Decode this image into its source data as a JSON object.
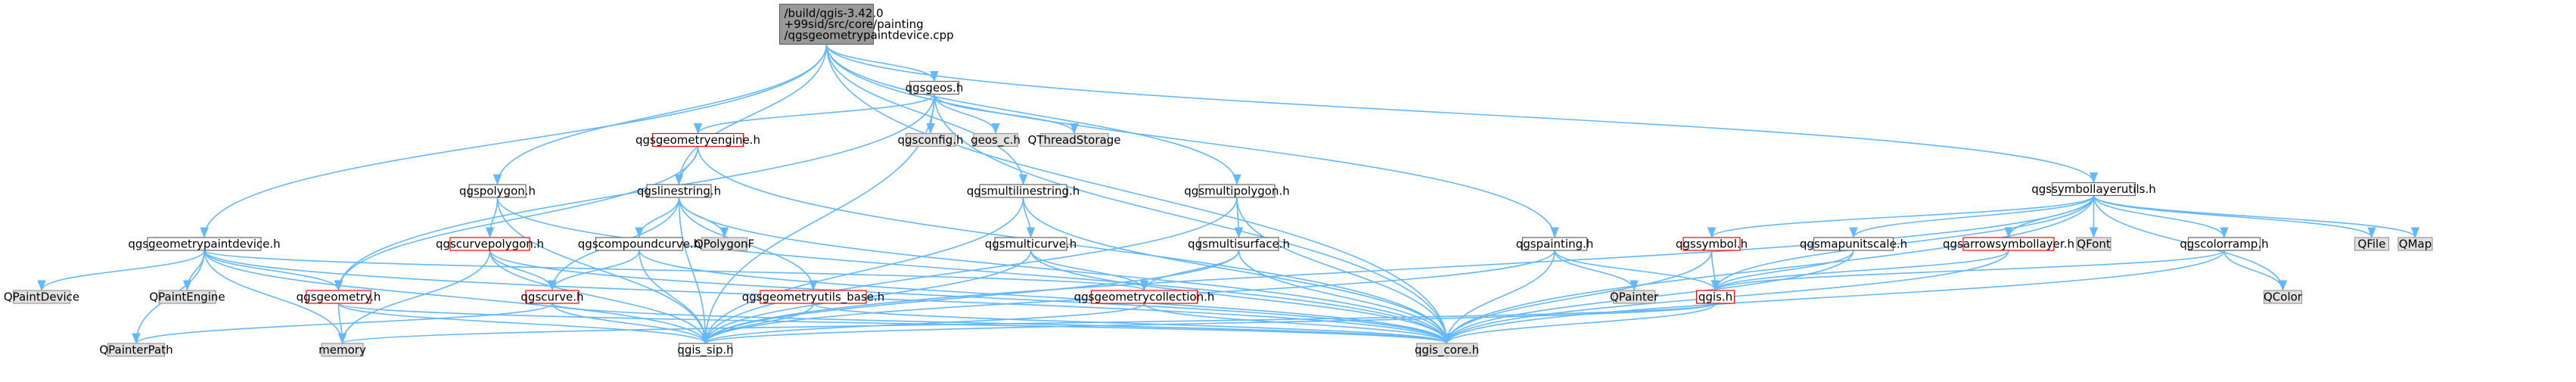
{
  "diagram": {
    "colors": {
      "edge": "#63b8ff",
      "root_fill": "#999999",
      "normal_fill": "#ffffff",
      "normal_border": "#666666",
      "red_border": "#ff0000",
      "gray_fill": "#e0e0e0",
      "gray_border": "#999999"
    },
    "nodes": [
      {
        "id": "root",
        "style": "root",
        "lines": [
          "/build/qgis-3.42.0",
          "+99sid/src/core/painting",
          "/qgsgeometrypaintdevice.cpp"
        ]
      },
      {
        "id": "qgsgeos_h",
        "style": "normal",
        "lines": [
          "qgsgeos.h"
        ]
      },
      {
        "id": "qgssymbollayerutils_h",
        "style": "normal",
        "lines": [
          "qgssymbollayerutils.h"
        ]
      },
      {
        "id": "qgsgeometryengine_h",
        "style": "red",
        "lines": [
          "qgsgeometryengine.h"
        ]
      },
      {
        "id": "qgsconfig_h",
        "style": "gray",
        "lines": [
          "qgsconfig.h"
        ]
      },
      {
        "id": "geos_c_h",
        "style": "gray",
        "lines": [
          "geos_c.h"
        ]
      },
      {
        "id": "QThreadStorage",
        "style": "gray",
        "lines": [
          "QThreadStorage"
        ]
      },
      {
        "id": "qgspolygon_h",
        "style": "normal",
        "lines": [
          "qgspolygon.h"
        ]
      },
      {
        "id": "qgslinestring_h",
        "style": "normal",
        "lines": [
          "qgslinestring.h"
        ]
      },
      {
        "id": "qgsmultilinestring_h",
        "style": "normal",
        "lines": [
          "qgsmultilinestring.h"
        ]
      },
      {
        "id": "qgsmultipolygon_h",
        "style": "normal",
        "lines": [
          "qgsmultipolygon.h"
        ]
      },
      {
        "id": "qgsgeometrypaintdevice_h",
        "style": "normal",
        "lines": [
          "qgsgeometrypaintdevice.h"
        ]
      },
      {
        "id": "qgscurvepolygon_h",
        "style": "red",
        "lines": [
          "qgscurvepolygon.h"
        ]
      },
      {
        "id": "qgscompoundcurve_h",
        "style": "normal",
        "lines": [
          "qgscompoundcurve.h"
        ]
      },
      {
        "id": "QPolygonF",
        "style": "gray",
        "lines": [
          "QPolygonF"
        ]
      },
      {
        "id": "qgsmulticurve_h",
        "style": "normal",
        "lines": [
          "qgsmulticurve.h"
        ]
      },
      {
        "id": "qgsmultisurface_h",
        "style": "normal",
        "lines": [
          "qgsmultisurface.h"
        ]
      },
      {
        "id": "qgspainting_h",
        "style": "normal",
        "lines": [
          "qgspainting.h"
        ]
      },
      {
        "id": "qgssymbol_h",
        "style": "red",
        "lines": [
          "qgssymbol.h"
        ]
      },
      {
        "id": "qgsmapunitscale_h",
        "style": "normal",
        "lines": [
          "qgsmapunitscale.h"
        ]
      },
      {
        "id": "qgsarrowsymbollayer_h",
        "style": "red",
        "lines": [
          "qgsarrowsymbollayer.h"
        ]
      },
      {
        "id": "QFont",
        "style": "gray",
        "lines": [
          "QFont"
        ]
      },
      {
        "id": "qgscolorramp_h",
        "style": "normal",
        "lines": [
          "qgscolorramp.h"
        ]
      },
      {
        "id": "QFile",
        "style": "gray",
        "lines": [
          "QFile"
        ]
      },
      {
        "id": "QMap",
        "style": "gray",
        "lines": [
          "QMap"
        ]
      },
      {
        "id": "QPaintDevice",
        "style": "gray",
        "lines": [
          "QPaintDevice"
        ]
      },
      {
        "id": "QPaintEngine",
        "style": "gray",
        "lines": [
          "QPaintEngine"
        ]
      },
      {
        "id": "qgsgeometry_h",
        "style": "red",
        "lines": [
          "qgsgeometry.h"
        ]
      },
      {
        "id": "qgscurve_h",
        "style": "red",
        "lines": [
          "qgscurve.h"
        ]
      },
      {
        "id": "qgsgeometryutils_base_h",
        "style": "red",
        "lines": [
          "qgsgeometryutils_base.h"
        ]
      },
      {
        "id": "qgsgeometrycollection_h",
        "style": "red",
        "lines": [
          "qgsgeometrycollection.h"
        ]
      },
      {
        "id": "QPainter",
        "style": "gray",
        "lines": [
          "QPainter"
        ]
      },
      {
        "id": "qgis_h",
        "style": "red",
        "lines": [
          "qgis.h"
        ]
      },
      {
        "id": "QColor",
        "style": "gray",
        "lines": [
          "QColor"
        ]
      },
      {
        "id": "QPainterPath",
        "style": "gray",
        "lines": [
          "QPainterPath"
        ]
      },
      {
        "id": "memory",
        "style": "gray",
        "lines": [
          "memory"
        ]
      },
      {
        "id": "qgis_sip_h",
        "style": "normal",
        "lines": [
          "qgis_sip.h"
        ]
      },
      {
        "id": "qgis_core_h",
        "style": "gray",
        "lines": [
          "qgis_core.h"
        ]
      }
    ],
    "edges": [
      [
        "root",
        "qgsgeos_h"
      ],
      [
        "root",
        "qgssymbollayerutils_h"
      ],
      [
        "root",
        "qgspolygon_h"
      ],
      [
        "root",
        "qgslinestring_h"
      ],
      [
        "root",
        "qgsmultilinestring_h"
      ],
      [
        "root",
        "qgsmultipolygon_h"
      ],
      [
        "root",
        "qgsgeometrypaintdevice_h"
      ],
      [
        "root",
        "qgspainting_h"
      ],
      [
        "root",
        "qgis_core_h"
      ],
      [
        "qgsgeos_h",
        "qgsgeometryengine_h"
      ],
      [
        "qgsgeos_h",
        "qgsconfig_h"
      ],
      [
        "qgsgeos_h",
        "geos_c_h"
      ],
      [
        "qgsgeos_h",
        "QThreadStorage"
      ],
      [
        "qgsgeos_h",
        "qgsgeometry_h"
      ],
      [
        "qgsgeos_h",
        "qgis_core_h"
      ],
      [
        "qgsgeos_h",
        "qgis_sip_h"
      ],
      [
        "qgsgeometryengine_h",
        "qgslinestring_h"
      ],
      [
        "qgsgeometryengine_h",
        "qgsgeometry_h"
      ],
      [
        "qgsgeometryengine_h",
        "qgis_core_h"
      ],
      [
        "qgspolygon_h",
        "qgscurvepolygon_h"
      ],
      [
        "qgspolygon_h",
        "qgis_core_h"
      ],
      [
        "qgspolygon_h",
        "qgis_sip_h"
      ],
      [
        "qgslinestring_h",
        "qgscompoundcurve_h"
      ],
      [
        "qgslinestring_h",
        "QPolygonF"
      ],
      [
        "qgslinestring_h",
        "qgscurve_h"
      ],
      [
        "qgslinestring_h",
        "qgsgeometryutils_base_h"
      ],
      [
        "qgslinestring_h",
        "qgis_core_h"
      ],
      [
        "qgslinestring_h",
        "qgis_sip_h"
      ],
      [
        "qgsmultilinestring_h",
        "qgsmulticurve_h"
      ],
      [
        "qgsmultilinestring_h",
        "qgis_core_h"
      ],
      [
        "qgsmultilinestring_h",
        "qgis_sip_h"
      ],
      [
        "qgsmultipolygon_h",
        "qgsmultisurface_h"
      ],
      [
        "qgsmultipolygon_h",
        "qgis_core_h"
      ],
      [
        "qgsmultipolygon_h",
        "qgis_sip_h"
      ],
      [
        "qgsgeometrypaintdevice_h",
        "QPaintDevice"
      ],
      [
        "qgsgeometrypaintdevice_h",
        "QPaintEngine"
      ],
      [
        "qgsgeometrypaintdevice_h",
        "qgsgeometry_h"
      ],
      [
        "qgsgeometrypaintdevice_h",
        "QPainterPath"
      ],
      [
        "qgsgeometrypaintdevice_h",
        "memory"
      ],
      [
        "qgsgeometrypaintdevice_h",
        "qgis_sip_h"
      ],
      [
        "qgsgeometrypaintdevice_h",
        "qgis_core_h"
      ],
      [
        "qgsgeometrypaintdevice_h",
        "qgsgeometrycollection_h"
      ],
      [
        "qgscurvepolygon_h",
        "qgscurve_h"
      ],
      [
        "qgscurvepolygon_h",
        "memory"
      ],
      [
        "qgscurvepolygon_h",
        "qgis_sip_h"
      ],
      [
        "qgscurvepolygon_h",
        "qgis_core_h"
      ],
      [
        "qgscompoundcurve_h",
        "qgscurve_h"
      ],
      [
        "qgscompoundcurve_h",
        "qgis_sip_h"
      ],
      [
        "qgscompoundcurve_h",
        "qgis_core_h"
      ],
      [
        "qgsmulticurve_h",
        "qgsgeometrycollection_h"
      ],
      [
        "qgsmulticurve_h",
        "qgis_sip_h"
      ],
      [
        "qgsmulticurve_h",
        "qgis_core_h"
      ],
      [
        "qgsmultisurface_h",
        "qgsgeometrycollection_h"
      ],
      [
        "qgsmultisurface_h",
        "qgis_sip_h"
      ],
      [
        "qgsmultisurface_h",
        "qgis_core_h"
      ],
      [
        "qgspainting_h",
        "QPainter"
      ],
      [
        "qgspainting_h",
        "qgis_h"
      ],
      [
        "qgspainting_h",
        "qgis_core_h"
      ],
      [
        "qgspainting_h",
        "qgis_sip_h"
      ],
      [
        "qgssymbollayerutils_h",
        "qgssymbol_h"
      ],
      [
        "qgssymbollayerutils_h",
        "qgsmapunitscale_h"
      ],
      [
        "qgssymbollayerutils_h",
        "qgsarrowsymbollayer_h"
      ],
      [
        "qgssymbollayerutils_h",
        "QFont"
      ],
      [
        "qgssymbollayerutils_h",
        "qgscolorramp_h"
      ],
      [
        "qgssymbollayerutils_h",
        "QFile"
      ],
      [
        "qgssymbollayerutils_h",
        "QMap"
      ],
      [
        "qgssymbollayerutils_h",
        "qgis_h"
      ],
      [
        "qgssymbollayerutils_h",
        "qgis_core_h"
      ],
      [
        "qgssymbollayerutils_h",
        "qgis_sip_h"
      ],
      [
        "qgssymbollayerutils_h",
        "QColor"
      ],
      [
        "qgssymbol_h",
        "qgis_h"
      ],
      [
        "qgssymbol_h",
        "qgis_core_h"
      ],
      [
        "qgsmapunitscale_h",
        "qgis_h"
      ],
      [
        "qgsmapunitscale_h",
        "qgis_core_h"
      ],
      [
        "qgsarrowsymbollayer_h",
        "qgis_h"
      ],
      [
        "qgsarrowsymbollayer_h",
        "qgis_core_h"
      ],
      [
        "qgscolorramp_h",
        "QColor"
      ],
      [
        "qgscolorramp_h",
        "qgis_h"
      ],
      [
        "qgscolorramp_h",
        "qgis_core_h"
      ],
      [
        "qgsgeometry_h",
        "memory"
      ],
      [
        "qgsgeometry_h",
        "qgis_core_h"
      ],
      [
        "qgsgeometry_h",
        "qgis_sip_h"
      ],
      [
        "qgscurve_h",
        "QPainterPath"
      ],
      [
        "qgscurve_h",
        "qgis_sip_h"
      ],
      [
        "qgscurve_h",
        "qgis_core_h"
      ],
      [
        "qgsgeometryutils_base_h",
        "qgis_sip_h"
      ],
      [
        "qgsgeometryutils_base_h",
        "qgis_core_h"
      ],
      [
        "qgsgeometrycollection_h",
        "qgis_sip_h"
      ],
      [
        "qgsgeometrycollection_h",
        "qgis_core_h"
      ],
      [
        "qgis_h",
        "memory"
      ],
      [
        "qgis_h",
        "qgis_sip_h"
      ],
      [
        "qgis_h",
        "qgis_core_h"
      ]
    ]
  }
}
